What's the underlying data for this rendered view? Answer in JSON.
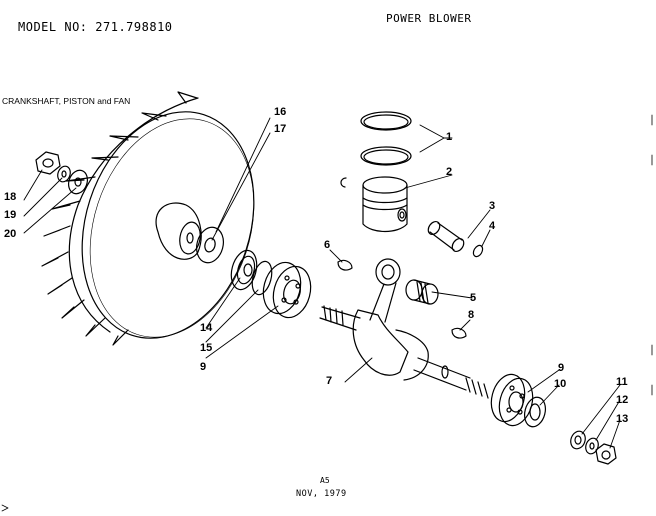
{
  "header": {
    "model_label": "MODEL NO:",
    "model_number": "271.798810",
    "title": "POWER BLOWER"
  },
  "section_title": "CRANKSHAFT, PISTON and FAN",
  "footer": {
    "page_id": "A5",
    "date": "NOV, 1979"
  },
  "callouts": [
    {
      "id": "1",
      "label": "1"
    },
    {
      "id": "2",
      "label": "2"
    },
    {
      "id": "3",
      "label": "3"
    },
    {
      "id": "4",
      "label": "4"
    },
    {
      "id": "5",
      "label": "5"
    },
    {
      "id": "6",
      "label": "6"
    },
    {
      "id": "7",
      "label": "7"
    },
    {
      "id": "8",
      "label": "8"
    },
    {
      "id": "9a",
      "label": "9"
    },
    {
      "id": "9b",
      "label": "9"
    },
    {
      "id": "10",
      "label": "10"
    },
    {
      "id": "11",
      "label": "11"
    },
    {
      "id": "12",
      "label": "12"
    },
    {
      "id": "13",
      "label": "13"
    },
    {
      "id": "14",
      "label": "14"
    },
    {
      "id": "15",
      "label": "15"
    },
    {
      "id": "16",
      "label": "16"
    },
    {
      "id": "17",
      "label": "17"
    },
    {
      "id": "18",
      "label": "18"
    },
    {
      "id": "19",
      "label": "19"
    },
    {
      "id": "20",
      "label": "20"
    }
  ]
}
